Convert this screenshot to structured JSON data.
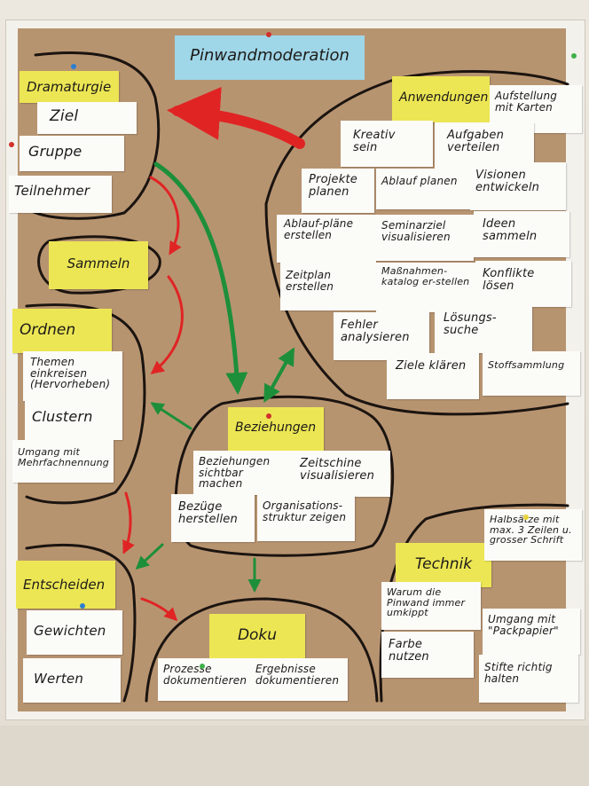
{
  "title": "Pinwandmoderation",
  "colors": {
    "board": "#b79470",
    "card": "#fbfbf8",
    "header": "#ece654",
    "title": "#9fd6e8",
    "arrow_red": "#e02424",
    "arrow_green": "#1d8f3a",
    "line": "#1b1410"
  },
  "headers": {
    "dramaturgie": "Dramaturgie",
    "sammeln": "Sammeln",
    "ordnen": "Ordnen",
    "entscheiden": "Entscheiden",
    "beziehungen": "Beziehungen",
    "doku": "Doku",
    "anwendungen": "Anwendungen",
    "technik": "Technik"
  },
  "cards": {
    "ziel": "Ziel",
    "gruppe": "Gruppe",
    "teilnehmer": "Teilnehmer",
    "themen": "Themen einkreisen (Hervorheben)",
    "clustern": "Clustern",
    "umgang_mehrfach": "Umgang mit Mehrfachnennung",
    "gewichten": "Gewichten",
    "werten": "Werten",
    "beziehungen_sichtbar": "Beziehungen sichtbar machen",
    "zeitschiene": "Zeitschine visualisieren",
    "bezuege": "Bezüge herstellen",
    "organisation": "Organisations-struktur zeigen",
    "prozesse": "Prozesse dokumentieren",
    "ergebnisse": "Ergebnisse dokumentieren",
    "aufstellung": "Aufstellung mit Karten",
    "kreativ": "Kreativ sein",
    "aufgaben": "Aufgaben verteilen",
    "projekte": "Projekte planen",
    "ablauf": "Ablauf planen",
    "visionen": "Visionen entwickeln",
    "ablaufplaene": "Ablauf-pläne erstellen",
    "seminarziel": "Seminarziel visualisieren",
    "ideen": "Ideen sammeln",
    "zeitplan": "Zeitplan erstellen",
    "massnahmen": "Maßnahmen-katalog er-stellen",
    "konflikte": "Konflikte lösen",
    "fehler": "Fehler analysieren",
    "loesung": "Lösungs-suche",
    "ziele": "Ziele klären",
    "stoffsammlung": "Stoffsammlung",
    "halbsaetze": "Halbsätze mit max. 3 Zeilen u. grosser Schrift",
    "warum": "Warum die Pinwand immer umkippt",
    "umgang_papier": "Umgang mit \"Packpapier\"",
    "farbe": "Farbe nutzen",
    "stifte": "Stifte richtig halten"
  }
}
